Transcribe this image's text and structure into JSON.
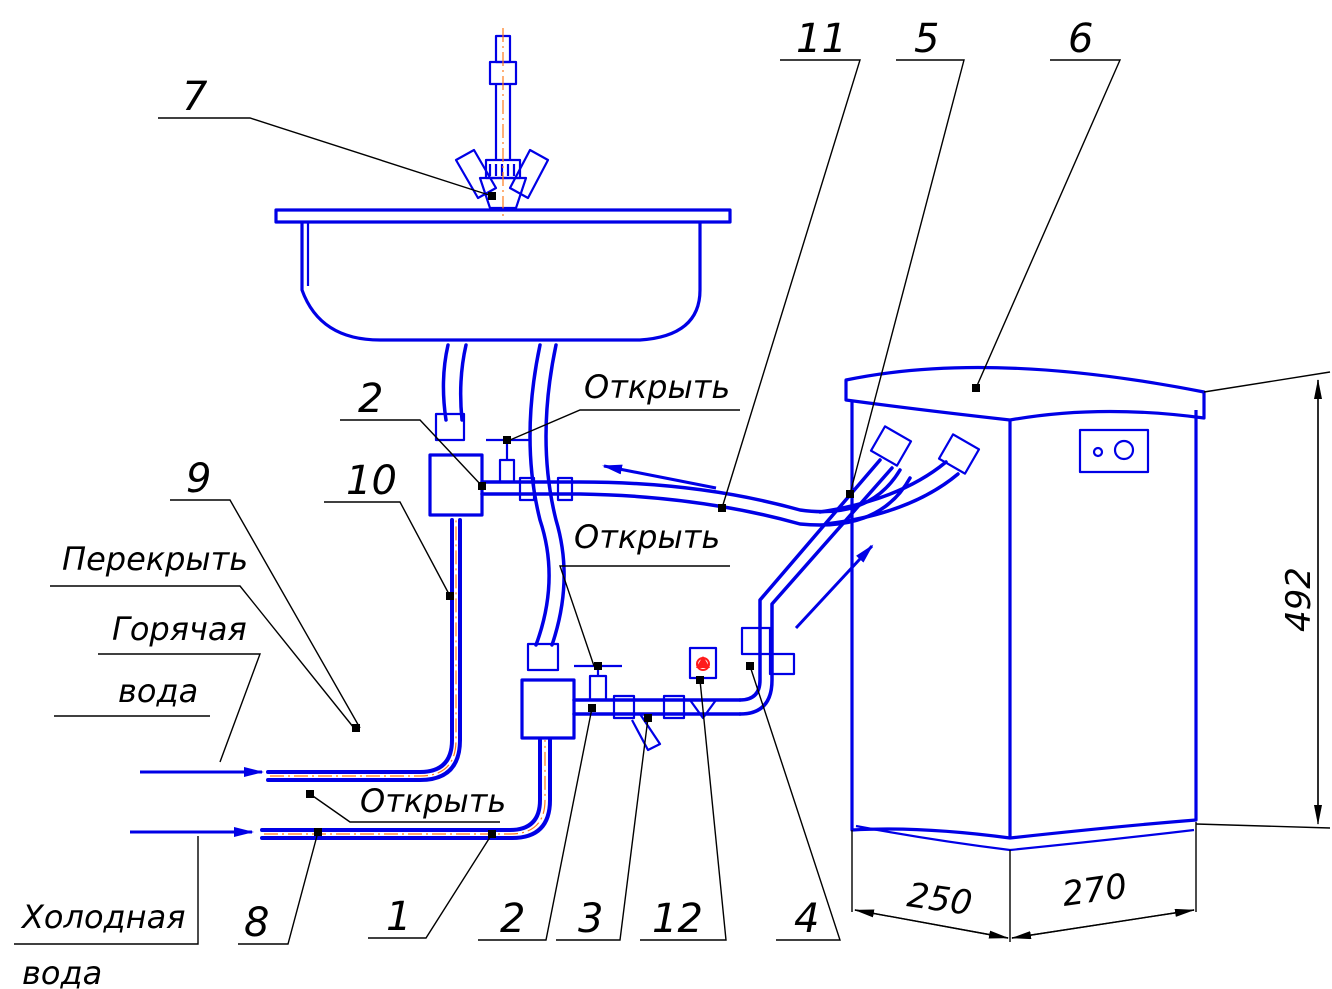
{
  "callouts": {
    "c1": "1",
    "c2a": "2",
    "c2b": "2",
    "c3": "3",
    "c4": "4",
    "c5": "5",
    "c6": "6",
    "c7": "7",
    "c8": "8",
    "c9": "9",
    "c10": "10",
    "c11": "11",
    "c12": "12"
  },
  "labels": {
    "open_top": "Открыть",
    "open_middle": "Открыть",
    "open_bottom": "Открыть",
    "close": "Перекрыть",
    "hot_water_1": "Горячая",
    "hot_water_2": "вода",
    "cold_water_1": "Холодная",
    "cold_water_2": "вода"
  },
  "dimensions": {
    "height": "492",
    "width_left": "250",
    "width_right": "270"
  },
  "colors": {
    "pipe": "#0000e6",
    "axis": "#ff7a1a",
    "valve_red": "#ff1a1a"
  }
}
